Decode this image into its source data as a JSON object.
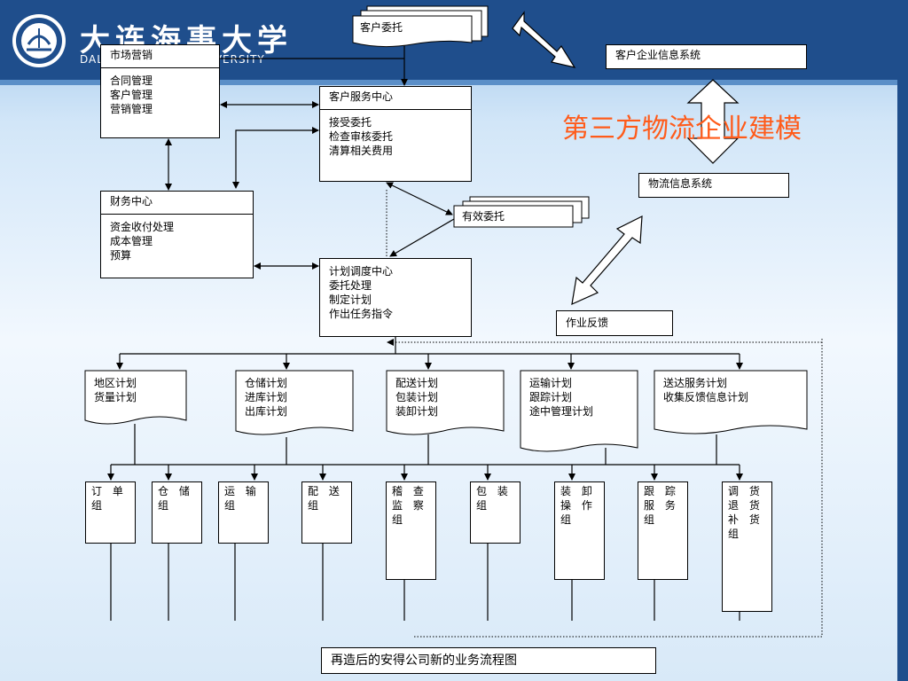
{
  "header": {
    "logo_text": "大连海事大学",
    "logo_sub": "DALIAN MARITIME UNIVERSITY"
  },
  "title": "第三方物流企业建模",
  "caption": "再造后的安得公司新的业务流程图",
  "nodes": {
    "customer_entrust": "客户委托",
    "customer_info_system": "客户企业信息系统",
    "logistics_info_system": "物流信息系统",
    "valid_entrust": "有效委托",
    "work_feedback": "作业反馈",
    "marketing": {
      "title": "市场营销",
      "items": "合同管理\n客户管理\n营销管理"
    },
    "finance": {
      "title": "财务中心",
      "items": "资金收付处理\n成本管理\n预算"
    },
    "service_center": {
      "title": "客户服务中心",
      "items": "接受委托\n检查审核委托\n清算相关费用"
    },
    "dispatch_center": "计划调度中心\n委托处理\n制定计划\n作出任务指令"
  },
  "plans": [
    "地区计划\n货量计划",
    "仓储计划\n进库计划\n出库计划",
    "配送计划\n包装计划\n装卸计划",
    "运输计划\n跟踪计划\n途中管理计划",
    "送达服务计划\n收集反馈信息计划"
  ],
  "groups": [
    "订 单\n组",
    "仓 储\n组",
    "运 输\n组",
    "配 送\n组",
    "稽 查\n监 察\n组",
    "包 装\n组",
    "装 卸\n操 作\n组",
    "跟 踪\n服 务\n组",
    "调 货\n退 货\n补 货\n组"
  ],
  "colors": {
    "banner": "#1f4e8c",
    "background_light": "#eaf3fc",
    "title": "#ff5b1a"
  }
}
